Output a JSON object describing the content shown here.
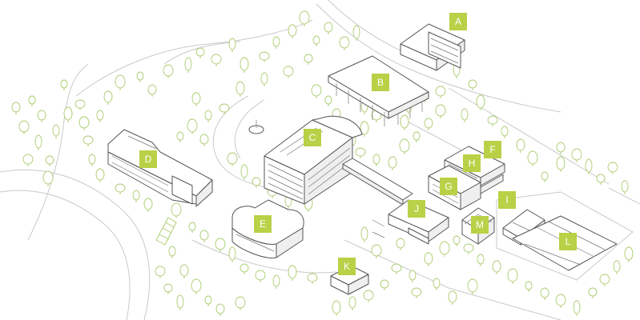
{
  "colors": {
    "label_bg": "#b9d147",
    "label_text": "#ffffff",
    "tree_stroke": "#a9cc6e",
    "building_stroke": "#555555",
    "road_stroke": "#c9c9c9"
  },
  "markers": [
    {
      "id": "a",
      "text": "A"
    },
    {
      "id": "b",
      "text": "B"
    },
    {
      "id": "c",
      "text": "C"
    },
    {
      "id": "d",
      "text": "D"
    },
    {
      "id": "e",
      "text": "E"
    },
    {
      "id": "f",
      "text": "F"
    },
    {
      "id": "g",
      "text": "G"
    },
    {
      "id": "h",
      "text": "H"
    },
    {
      "id": "i",
      "text": "I"
    },
    {
      "id": "j",
      "text": "J"
    },
    {
      "id": "k",
      "text": "K"
    },
    {
      "id": "l",
      "text": "L"
    },
    {
      "id": "m",
      "text": "M"
    }
  ]
}
